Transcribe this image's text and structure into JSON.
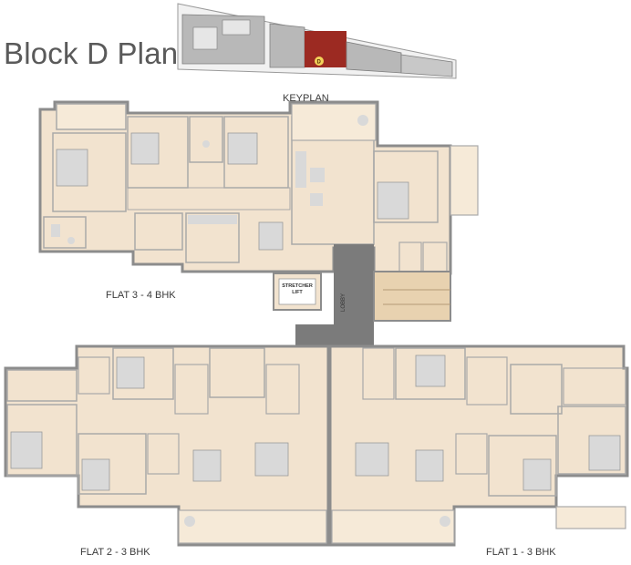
{
  "title": "Block D Plan",
  "keyplan": {
    "label": "KEYPLAN",
    "block_marker": "D"
  },
  "flats": [
    {
      "label": "FLAT 3 - 4 BHK"
    },
    {
      "label": "FLAT 2 - 3 BHK"
    },
    {
      "label": "FLAT 1 - 3 BHK"
    }
  ],
  "core": {
    "lobby": "LOBBY",
    "lift_line1": "STRETCHER",
    "lift_line2": "LIFT"
  },
  "colors": {
    "floor": "#f2e3cf",
    "wall": "#8c8c8c",
    "room_outline": "#a9a9a9",
    "lobby": "#7b7b7b",
    "stair": "#e8d2b0",
    "highlight": "#9c2a22",
    "keyplan_gray": "#b8b8b8",
    "furniture": "#d9d9d9"
  }
}
